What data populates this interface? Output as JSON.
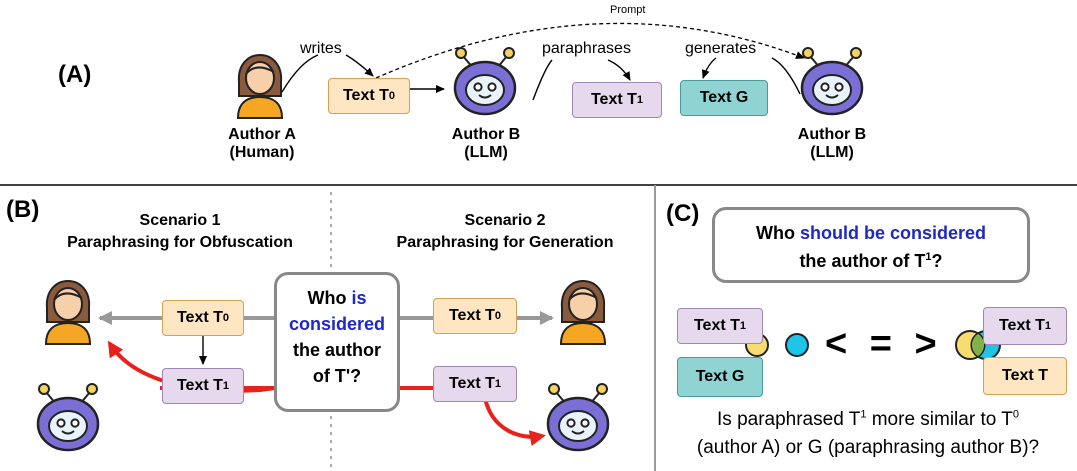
{
  "panel_a": {
    "label": "(A)",
    "author_a": [
      "Author A",
      "(Human)"
    ],
    "author_b1": [
      "Author B",
      "(LLM)"
    ],
    "author_b2": [
      "Author B",
      "(LLM)"
    ],
    "writes": "writes",
    "paraphrases": "paraphrases",
    "generates": "generates",
    "prompt": "Prompt",
    "text_t0": "Text T",
    "text_t0_sup": "0",
    "text_t1": "Text T",
    "text_t1_sup": "1",
    "text_g": "Text G"
  },
  "panel_b": {
    "label": "(B)",
    "scenario1": [
      "Scenario 1",
      "Paraphrasing for Obfuscation"
    ],
    "scenario2": [
      "Scenario 2",
      "Paraphrasing for Generation"
    ],
    "question": {
      "l1a": "Who ",
      "l1b": "is",
      "l2": "considered",
      "l3": "the author",
      "l4": "of T'?"
    },
    "text_t0": "Text T",
    "text_t0_sup": "0",
    "text_t1": "Text T",
    "text_t1_sup": "1"
  },
  "panel_c": {
    "label": "(C)",
    "question": {
      "l1a": "Who ",
      "l1b": "should be considered",
      "l2a": "the author of T",
      "l2sup": "1",
      "l2b": "?"
    },
    "text_t1": "Text T",
    "text_t1_sup": "1",
    "text_g": "Text G",
    "text_t": "Text T",
    "compare": "< = >",
    "caption_l1a": "Is paraphrased T",
    "caption_l1sup1": "1",
    "caption_l1b": " more similar to T",
    "caption_l1sup2": "0",
    "caption_l2": "(author A) or G (paraphrasing author B)?"
  },
  "colors": {
    "orange": "#ffe6c2",
    "purple": "#e6d9ee",
    "teal": "#8fd3d3",
    "blue": "#1f27c9",
    "red": "#e8211c",
    "robot": "#7b6fd6"
  }
}
